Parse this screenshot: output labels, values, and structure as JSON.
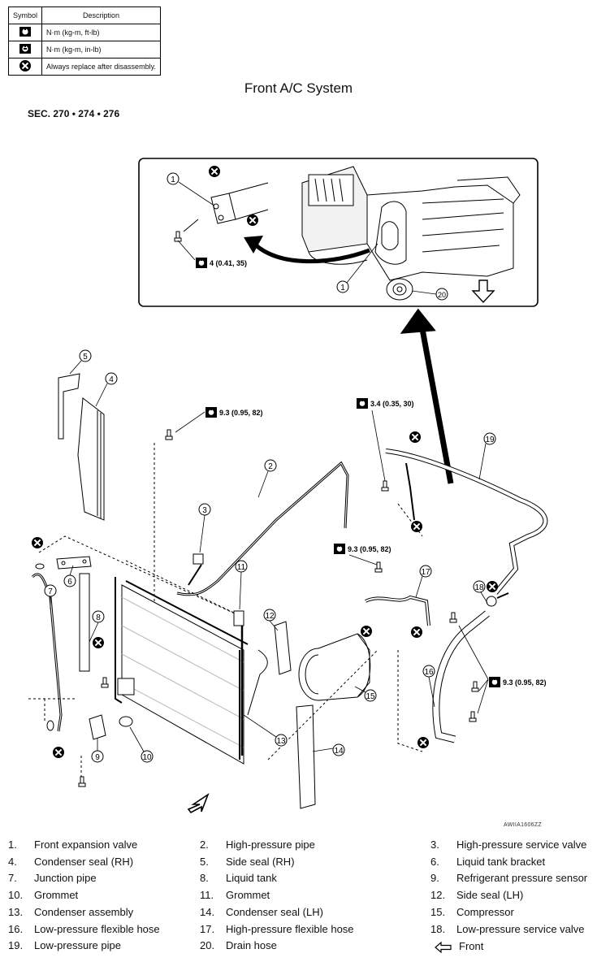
{
  "legend": {
    "header_symbol": "Symbol",
    "header_description": "Description",
    "rows": [
      {
        "icon": "torque-wrench-nm-icon",
        "description": "N·m (kg-m, ft-lb)"
      },
      {
        "icon": "torque-wrench-inlb-icon",
        "description": "N·m (kg-m, in-lb)"
      },
      {
        "icon": "replace-part-icon",
        "description": "Always replace after disassembly."
      }
    ]
  },
  "title": "Front A/C System",
  "section": "SEC. 270 • 274 • 276",
  "image_code": "AWIIA1606ZZ",
  "callouts": {
    "c1": "1",
    "c2": "2",
    "c3": "3",
    "c4": "4",
    "c5": "5",
    "c6": "6",
    "c7": "7",
    "c8": "8",
    "c9": "9",
    "c10": "10",
    "c11": "11",
    "c12": "12",
    "c13": "13",
    "c14": "14",
    "c15": "15",
    "c16": "16",
    "c17": "17",
    "c18": "18",
    "c19": "19",
    "c20": "20"
  },
  "torques": {
    "t_expansion": "4 (0.41, 35)",
    "t_hp_top": "9.3 (0.95, 82)",
    "t_lp_top": "3.4 (0.35, 30)",
    "t_mid": "9.3 (0.95, 82)",
    "t_right": "9.3 (0.95, 82)"
  },
  "parts": [
    {
      "num": "1.",
      "name": "Front expansion valve"
    },
    {
      "num": "2.",
      "name": "High-pressure pipe"
    },
    {
      "num": "3.",
      "name": "High-pressure service valve"
    },
    {
      "num": "4.",
      "name": "Condenser seal (RH)"
    },
    {
      "num": "5.",
      "name": "Side seal (RH)"
    },
    {
      "num": "6.",
      "name": "Liquid tank bracket"
    },
    {
      "num": "7.",
      "name": "Junction pipe"
    },
    {
      "num": "8.",
      "name": "Liquid tank"
    },
    {
      "num": "9.",
      "name": "Refrigerant pressure sensor"
    },
    {
      "num": "10.",
      "name": "Grommet"
    },
    {
      "num": "11.",
      "name": "Grommet"
    },
    {
      "num": "12.",
      "name": "Side seal (LH)"
    },
    {
      "num": "13.",
      "name": "Condenser assembly"
    },
    {
      "num": "14.",
      "name": "Condenser seal (LH)"
    },
    {
      "num": "15.",
      "name": "Compressor"
    },
    {
      "num": "16.",
      "name": "Low-pressure flexible hose"
    },
    {
      "num": "17.",
      "name": "High-pressure flexible hose"
    },
    {
      "num": "18.",
      "name": "Low-pressure service valve"
    },
    {
      "num": "19.",
      "name": "Low-pressure pipe"
    },
    {
      "num": "20.",
      "name": "Drain hose"
    }
  ],
  "front_label": "Front",
  "front_icon": "front-arrow-icon"
}
